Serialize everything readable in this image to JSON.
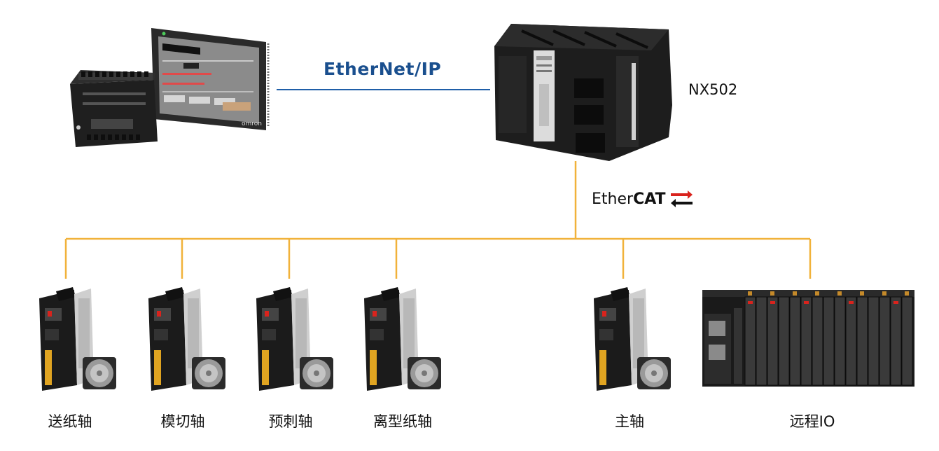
{
  "controller": {
    "name": "NX502"
  },
  "networks": {
    "ethernet_ip": "EtherNet/IP",
    "ethercat_prefix": "Ether",
    "ethercat_suffix": "CAT"
  },
  "hmi": {
    "brand": "omron"
  },
  "devices": [
    {
      "label": "送纸轴",
      "type": "servo"
    },
    {
      "label": "模切轴",
      "type": "servo"
    },
    {
      "label": "预刺轴",
      "type": "servo"
    },
    {
      "label": "离型纸轴",
      "type": "servo"
    },
    {
      "label": "主轴",
      "type": "servo"
    },
    {
      "label": "远程IO",
      "type": "io"
    }
  ],
  "colors": {
    "ethernet_line": "#1f5ea8",
    "ethercat_line": "#f1b23a",
    "device_body": "#1c1c1c",
    "accent_red": "#d9231d"
  }
}
